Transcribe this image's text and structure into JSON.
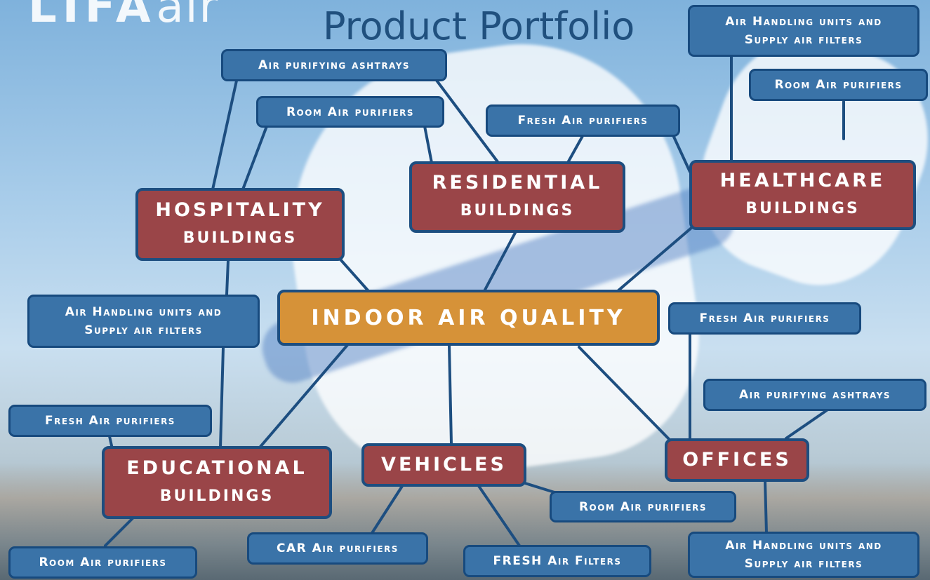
{
  "logo": {
    "main": "LIFA",
    "suffix": "air"
  },
  "title": "Product Portfolio",
  "center": "INDOOR AIR QUALITY",
  "categories": {
    "hospitality": {
      "line1": "HOSPITALITY",
      "line2": "BUILDINGS"
    },
    "residential": {
      "line1": "RESIDENTIAL",
      "line2": "BUILDINGS"
    },
    "healthcare": {
      "line1": "HEALTHCARE",
      "line2": "BUILDINGS"
    },
    "educational": {
      "line1": "EDUCATIONAL",
      "line2": "BUILDINGS"
    },
    "vehicles": {
      "line1": "VEHICLES"
    },
    "offices": {
      "line1": "OFFICES"
    }
  },
  "products": {
    "hosp_ashtrays": {
      "line1": "Air purifying ashtrays"
    },
    "hosp_room": {
      "line1": "Room Air purifiers"
    },
    "hosp_ahu": {
      "line1": "Air Handling units and",
      "line2": "Supply air filters"
    },
    "res_fresh": {
      "line1": "Fresh Air purifiers"
    },
    "hc_ahu": {
      "line1": "Air Handling units and",
      "line2": "Supply air filters"
    },
    "hc_room": {
      "line1": "Room Air purifiers"
    },
    "edu_fresh": {
      "line1": "Fresh Air purifiers"
    },
    "edu_room": {
      "line1": "Room Air purifiers"
    },
    "veh_car": {
      "line1": "CAR Air purifiers"
    },
    "veh_fresh_filters": {
      "line1": "FRESH Air Filters"
    },
    "veh_room": {
      "line1": "Room Air purifiers"
    },
    "off_fresh": {
      "line1": "Fresh Air purifiers"
    },
    "off_ashtrays": {
      "line1": "Air purifying ashtrays"
    },
    "off_ahu": {
      "line1": "Air Handling units and",
      "line2": "Supply air filters"
    }
  }
}
